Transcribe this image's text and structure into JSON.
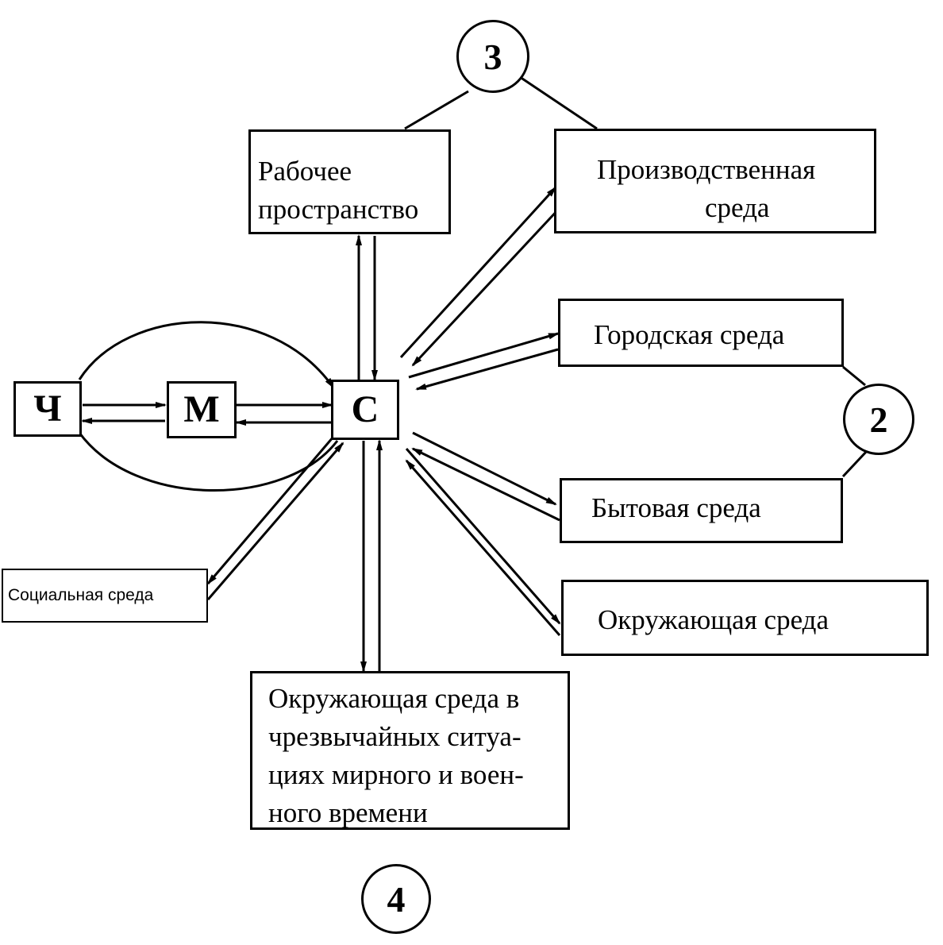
{
  "nodes": {
    "ch": "Ч",
    "m": "М",
    "c": "С",
    "work_space_line1": "Рабочее",
    "work_space_line2": "пространство",
    "production_line1": "Производственная",
    "production_line2": "среда",
    "urban": "Городская среда",
    "domestic": "Бытовая среда",
    "environment": "Окружающая среда",
    "social": "Социальная среда",
    "emergency_line1": "Окружающая среда в",
    "emergency_line2": "чрезвычайных ситуа-",
    "emergency_line3": "циях мирного и воен-",
    "emergency_line4": "ного времени"
  },
  "markers": {
    "two": "2",
    "three": "3",
    "four": "4"
  }
}
